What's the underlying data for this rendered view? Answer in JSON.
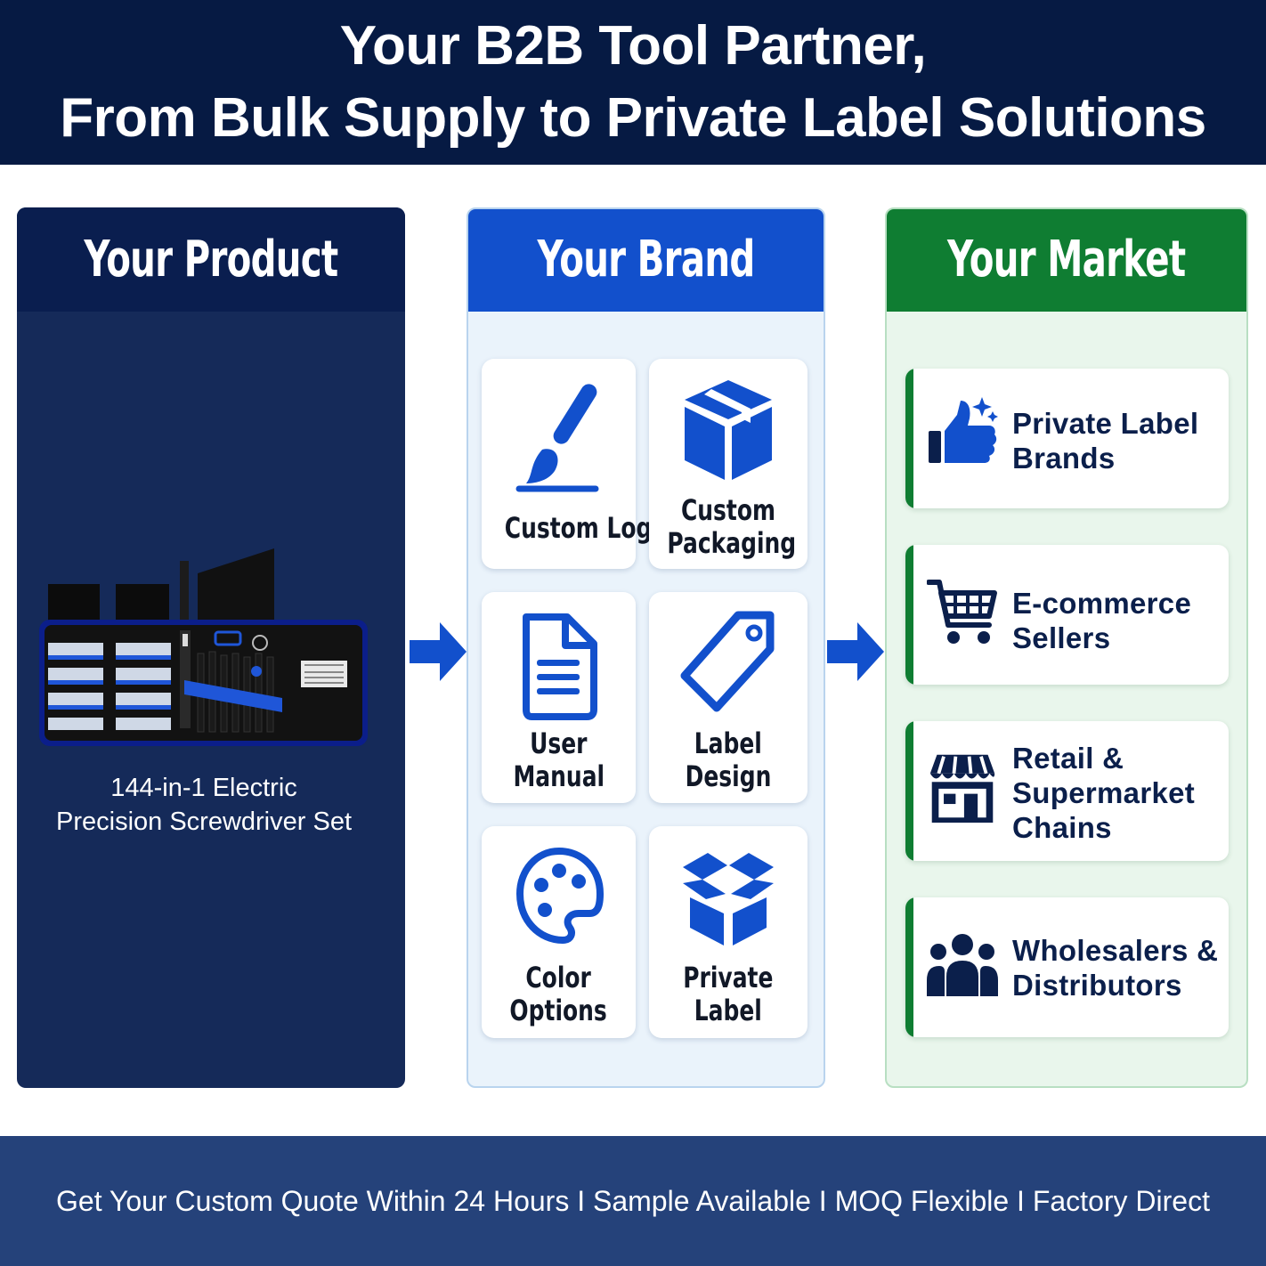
{
  "header": {
    "line1": "Your B2B Tool Partner,",
    "line2": "From Bulk Supply to Private Label Solutions"
  },
  "columns": {
    "product": {
      "title": "Your Product",
      "caption_line1": "144-in-1 Electric",
      "caption_line2": "Precision Screwdriver Set"
    },
    "brand": {
      "title": "Your Brand"
    },
    "market": {
      "title": "Your Market"
    }
  },
  "brand_options": [
    {
      "line1": "Custom Logo",
      "line2": "",
      "icon": "paintbrush-icon"
    },
    {
      "line1": "Custom",
      "line2": "Packaging",
      "icon": "box-icon"
    },
    {
      "line1": "User",
      "line2": "Manual",
      "icon": "document-icon"
    },
    {
      "line1": "Label",
      "line2": "Design",
      "icon": "tag-icon"
    },
    {
      "line1": "Color",
      "line2": "Options",
      "icon": "palette-icon"
    },
    {
      "line1": "Private",
      "line2": "Label",
      "icon": "open-box-icon"
    }
  ],
  "markets": [
    {
      "line1": "Private Label",
      "line2": "Brands",
      "line3": "",
      "icon": "thumbs-up-icon"
    },
    {
      "line1": "E-commerce",
      "line2": "Sellers",
      "line3": "",
      "icon": "shopping-cart-icon"
    },
    {
      "line1": "Retail &",
      "line2": "Supermarket",
      "line3": "Chains",
      "icon": "storefront-icon"
    },
    {
      "line1": "Wholesalers &",
      "line2": "Distributors",
      "line3": "",
      "icon": "group-icon"
    }
  ],
  "footer": {
    "text": "Get Your Custom Quote Within 24 Hours I Sample Available I MOQ Flexible I Factory Direct"
  },
  "colors": {
    "navy": "#061a43",
    "brand_blue": "#1250cc",
    "market_green": "#0f7d32",
    "footer_blue": "#25427a"
  }
}
